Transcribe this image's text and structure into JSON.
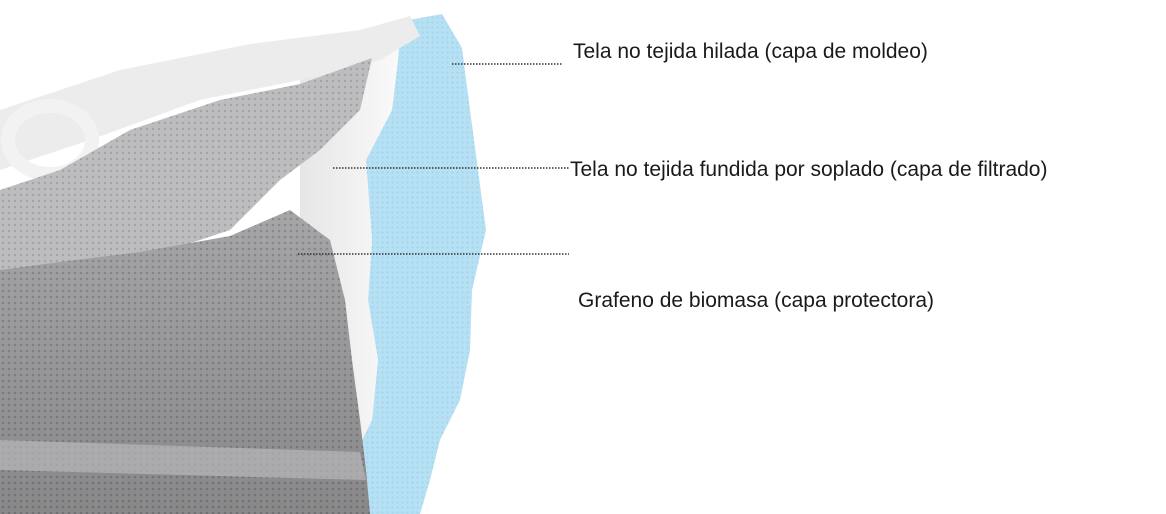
{
  "labels": [
    {
      "text": "Tela no tejida hilada (capa de moldeo)"
    },
    {
      "text": "Tela no tejida fundida por soplado (capa de filtrado)"
    },
    {
      "text": "Grafeno de biomasa (capa protectora)"
    }
  ],
  "colors": {
    "outer_layer": "#a9a9ab",
    "middle_layer": "#f4f4f4",
    "inner_layer": "#b8e2f4",
    "leader_line": "#333333",
    "text": "#1a1a1a"
  }
}
